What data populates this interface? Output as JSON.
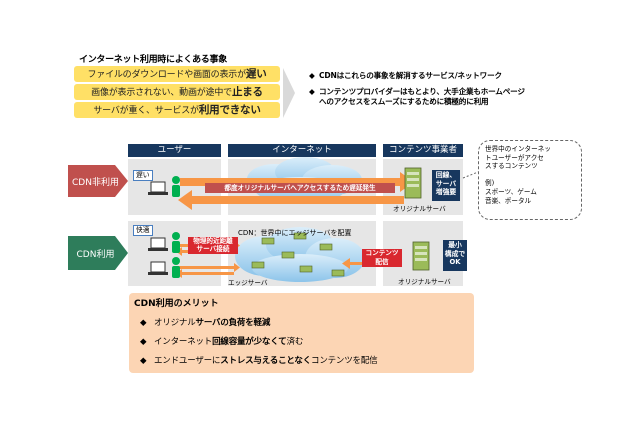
{
  "top": {
    "title": "インターネット利用時によくある事象",
    "problems": [
      {
        "pre": "ファイルのダウンロードや画面の表示が",
        "em": "遅い",
        "post": ""
      },
      {
        "pre": "画像が表示されない、動画が途中で",
        "em": "止まる",
        "post": ""
      },
      {
        "pre": "サーバが重く、サービスが",
        "em": "利用できない",
        "post": ""
      }
    ],
    "bullet_mark": "◆",
    "bullets": [
      [
        "CDNはこれらの事象を解消するサービス/ネットワーク"
      ],
      [
        "コンテンツプロバイダーはもとより、大手企業もホームページ",
        "へのアクセスをスムーズにするために積極的に利用"
      ]
    ]
  },
  "headers": {
    "user": "ユーザー",
    "internet": "インターネット",
    "provider": "コンテンツ事業者"
  },
  "rows": {
    "non_cdn": "CDN非利用",
    "cdn": "CDN利用"
  },
  "non_cdn": {
    "slow_tag": "遅い",
    "delay_banner": "都度オリジナルサーバへアクセスするため遅延発生",
    "upgrade_box": [
      "回線、",
      "サーバ",
      "増強要"
    ],
    "origin_label": "オリジナルサーバ"
  },
  "callout": {
    "lines": [
      "世界中のインターネッ",
      "トユーザーがアクセ",
      "スするコンテンツ",
      "",
      "例)",
      "スポーツ、ゲーム",
      "音楽、ポータル"
    ]
  },
  "cdn": {
    "fast_tag": "快適",
    "caption": "CDN：世界中にエッジサーバを配置",
    "near_server": [
      "物理的近距離",
      "サーバ接続"
    ],
    "edge_label": "エッジサーバ",
    "delivery": [
      "コンテンツ",
      "配信"
    ],
    "minimal_box": [
      "最小",
      "構成で",
      "OK"
    ],
    "origin_label": "オリジナルサーバ"
  },
  "merit": {
    "title": "CDN利用のメリット",
    "bullet_mark": "◆",
    "items": [
      {
        "a": "オリジナル",
        "b": "サーバの負荷を軽減",
        "c": ""
      },
      {
        "a": "インターネット",
        "b": "回線容量が少なくて",
        "c": "済む"
      },
      {
        "a": "エンドユーザーに",
        "b": "ストレス与えることなく",
        "c": "コンテンツを配信"
      }
    ]
  },
  "colors": {
    "navy": "#17375e",
    "yellow": "#ffe066",
    "orange": "#f79646",
    "red": "#d9282f",
    "green": "#00b050",
    "teal": "#4bacc6",
    "peach": "#fcd5b4"
  }
}
